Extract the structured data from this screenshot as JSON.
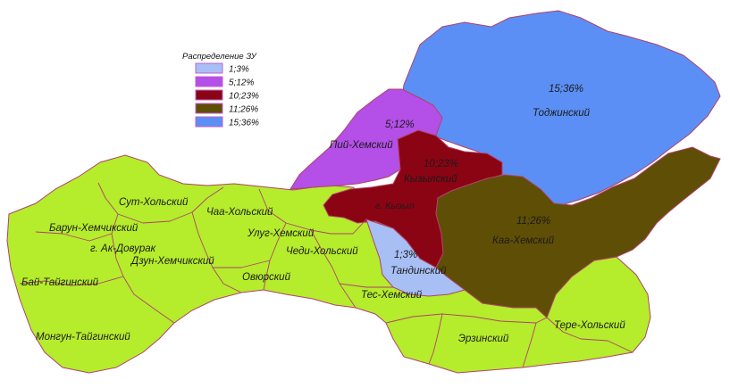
{
  "legend": {
    "title": "Распределение ЗУ",
    "items": [
      {
        "label": "1;3%",
        "color": "#a7bff5"
      },
      {
        "label": "5;12%",
        "color": "#b44fe8"
      },
      {
        "label": "10;23%",
        "color": "#8b0414"
      },
      {
        "label": "11;26%",
        "color": "#5f4e06"
      },
      {
        "label": "15;36%",
        "color": "#5b8ff5"
      }
    ]
  },
  "colors": {
    "base": "#b5ec2c",
    "light_blue": "#a7bff5",
    "purple": "#b44fe8",
    "dark_red": "#8b0414",
    "olive": "#5f4e06",
    "blue": "#5b8ff5",
    "border": "#b0426a"
  },
  "regions": {
    "todzhinsky": "Тоджинский",
    "piy_khemsky": "Пий-Хемский",
    "kyzylsky": "Кызылский",
    "kyzyl": "г. Кызыл",
    "tandinsky": "Тандинский",
    "kaa_khemsky": "Каа-Хемский",
    "sut_kholsky": "Сут-Хольский",
    "chaa_kholsky": "Чаа-Хольский",
    "barun_khemchiksky": "Барун-Хемчикский",
    "ak_dovurak": "г. Ак-Довурак",
    "ulug_khemsky": "Улуг-Хемский",
    "chedi_kholsky": "Чеди-Хольский",
    "dzun_khemchiksky": "Дзун-Хемчикский",
    "bai_taiginsky": "Бай-Тайгинский",
    "ovyursky": "Овюрский",
    "tes_khemsky": "Тес-Хемский",
    "mongun_taiginsky": "Монгун-Тайгинский",
    "erzinsky": "Эрзинский",
    "tere_kholsky": "Тере-Хольский"
  },
  "values": {
    "todzhinsky": "15;36%",
    "piy_khemsky": "5;12%",
    "kyzylsky": "10;23%",
    "kaa_khemsky": "11;26%",
    "tandinsky": "1;3%"
  }
}
